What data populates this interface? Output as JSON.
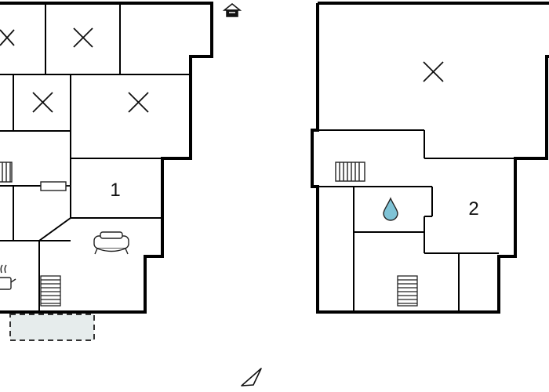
{
  "floors": [
    {
      "id": "ground",
      "room_number": "1",
      "features": [
        "cross-mark-icon",
        "cross-mark-icon",
        "cross-mark-icon",
        "cross-mark-icon",
        "radiator-icon",
        "heater-icon",
        "sofa-icon",
        "stove-icon",
        "staircase-icon",
        "terrace-outline"
      ]
    },
    {
      "id": "upper",
      "room_number": "2",
      "features": [
        "cross-mark-icon",
        "radiator-icon",
        "water-drop-icon",
        "staircase-icon"
      ]
    }
  ],
  "icons": {
    "entrance": "house-entrance-icon",
    "compass": "north-arrow-icon"
  },
  "colors": {
    "wall": "#000000",
    "line": "#333333",
    "terrace_fill": "#e6ecec",
    "water_drop": "#7fc3d6"
  }
}
